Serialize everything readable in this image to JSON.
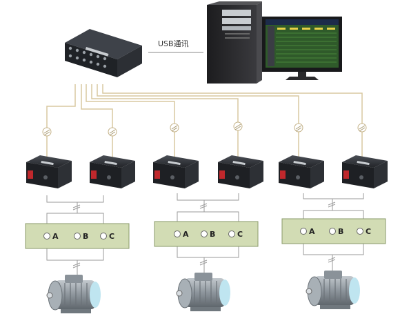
{
  "link": {
    "usb_label": "USB通讯"
  },
  "terminal_blocks": [
    {
      "terminals": [
        "A",
        "B",
        "C"
      ]
    },
    {
      "terminals": [
        "A",
        "B",
        "C"
      ]
    },
    {
      "terminals": [
        "A",
        "B",
        "C"
      ]
    }
  ],
  "colors": {
    "bus_wire": "#d9c9a0",
    "block_fill": "#d2dcb4",
    "block_border": "#8a9a6a",
    "wire": "#9a9a9a",
    "device_body": "#2b2e33",
    "motor_body": "#8d959c"
  }
}
